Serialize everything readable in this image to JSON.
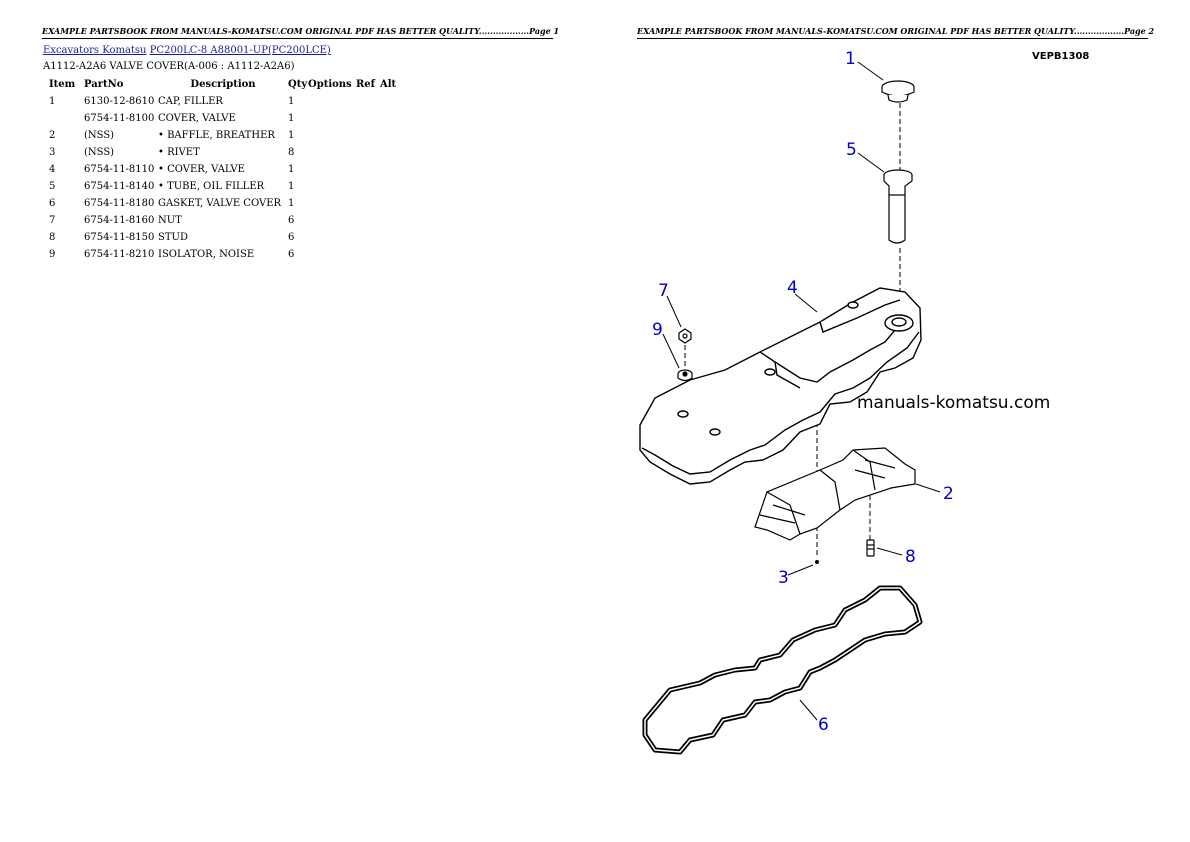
{
  "header": {
    "page1": "EXAMPLE PARTSBOOK FROM MANUALS-KOMATSU.COM ORIGINAL PDF HAS BETTER QUALITY..................Page 1",
    "page2": "EXAMPLE PARTSBOOK FROM MANUALS-KOMATSU.COM ORIGINAL PDF HAS BETTER QUALITY..................Page 2"
  },
  "breadcrumb": {
    "category": "Excavators Komatsu",
    "model": "PC200LC-8 A88001-UP(PC200LCE)"
  },
  "section_title": "A1112-A2A6 VALVE COVER(A-006 : A1112-A2A6)",
  "table": {
    "headers": [
      "Item",
      "PartNo",
      "Description",
      "Qty",
      "Options",
      "Ref",
      "Alt"
    ],
    "rows": [
      {
        "item": "1",
        "part": "6130-12-8610",
        "desc": "CAP, FILLER",
        "qty": "1"
      },
      {
        "item": "",
        "part": "6754-11-8100",
        "desc": "COVER, VALVE",
        "qty": "1"
      },
      {
        "item": "2",
        "part": "(NSS)",
        "desc": "• BAFFLE, BREATHER",
        "qty": "1"
      },
      {
        "item": "3",
        "part": "(NSS)",
        "desc": "• RIVET",
        "qty": "8"
      },
      {
        "item": "4",
        "part": "6754-11-8110",
        "desc": "• COVER, VALVE",
        "qty": "1"
      },
      {
        "item": "5",
        "part": "6754-11-8140",
        "desc": "• TUBE, OIL FILLER",
        "qty": "1"
      },
      {
        "item": "6",
        "part": "6754-11-8180",
        "desc": "GASKET, VALVE COVER",
        "qty": "1"
      },
      {
        "item": "7",
        "part": "6754-11-8160",
        "desc": "NUT",
        "qty": "6"
      },
      {
        "item": "8",
        "part": "6754-11-8150",
        "desc": "STUD",
        "qty": "6"
      },
      {
        "item": "9",
        "part": "6754-11-8210",
        "desc": "ISOLATOR, NOISE",
        "qty": "6"
      }
    ]
  },
  "diagram": {
    "figure_code": "VEPB1308",
    "watermark": "manuals-komatsu.com",
    "callouts": [
      "1",
      "2",
      "3",
      "4",
      "5",
      "6",
      "7",
      "8",
      "9"
    ],
    "callout_color": "#0000cc"
  }
}
